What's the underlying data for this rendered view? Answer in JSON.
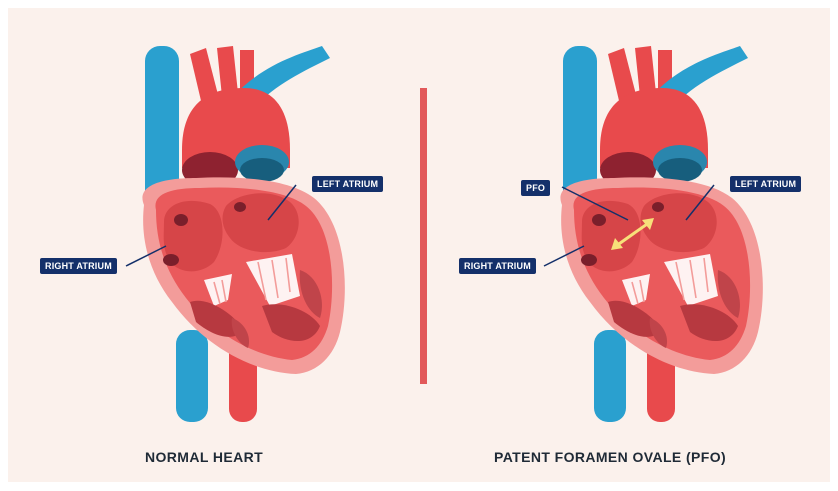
{
  "panels": [
    {
      "caption": "NORMAL HEART",
      "labels": {
        "left_atrium": "LEFT ATRIUM",
        "right_atrium": "RIGHT ATRIUM"
      }
    },
    {
      "caption": "PATENT FORAMEN OVALE (PFO)",
      "labels": {
        "pfo": "PFO",
        "left_atrium": "LEFT ATRIUM",
        "right_atrium": "RIGHT ATRIUM"
      }
    }
  ],
  "colors": {
    "background": "#fbf1ec",
    "divider": "#e2595a",
    "vein_blue": "#2aa0cf",
    "artery_red": "#e84a4c",
    "label_navy": "#14306a",
    "shunt_arrow": "#f7e07a"
  }
}
